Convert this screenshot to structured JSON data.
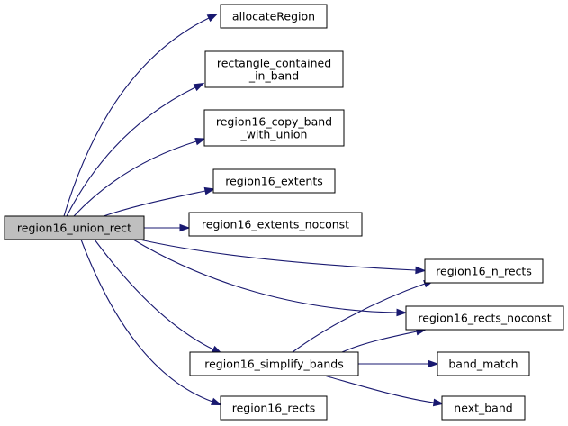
{
  "graph": {
    "edge_color": "#191970",
    "root_fill": "#bfbfbf",
    "node_fill": "#ffffff",
    "nodes": [
      {
        "id": "root",
        "lines": [
          "region16_union_rect"
        ],
        "root": true
      },
      {
        "id": "allocateRegion",
        "lines": [
          "allocateRegion"
        ]
      },
      {
        "id": "rectangle_contained",
        "lines": [
          "rectangle_contained",
          "_in_band"
        ]
      },
      {
        "id": "copy_band",
        "lines": [
          "region16_copy_band",
          "_with_union"
        ]
      },
      {
        "id": "extents",
        "lines": [
          "region16_extents"
        ]
      },
      {
        "id": "extents_noconst",
        "lines": [
          "region16_extents_noconst"
        ]
      },
      {
        "id": "n_rects",
        "lines": [
          "region16_n_rects"
        ]
      },
      {
        "id": "rects_noconst",
        "lines": [
          "region16_rects_noconst"
        ]
      },
      {
        "id": "simplify_bands",
        "lines": [
          "region16_simplify_bands"
        ]
      },
      {
        "id": "band_match",
        "lines": [
          "band_match"
        ]
      },
      {
        "id": "rects",
        "lines": [
          "region16_rects"
        ]
      },
      {
        "id": "next_band",
        "lines": [
          "next_band"
        ]
      }
    ],
    "edges": [
      {
        "from": "root",
        "to": "allocateRegion"
      },
      {
        "from": "root",
        "to": "rectangle_contained"
      },
      {
        "from": "root",
        "to": "copy_band"
      },
      {
        "from": "root",
        "to": "extents"
      },
      {
        "from": "root",
        "to": "extents_noconst"
      },
      {
        "from": "root",
        "to": "n_rects"
      },
      {
        "from": "root",
        "to": "rects_noconst"
      },
      {
        "from": "root",
        "to": "simplify_bands"
      },
      {
        "from": "root",
        "to": "rects"
      },
      {
        "from": "simplify_bands",
        "to": "n_rects"
      },
      {
        "from": "simplify_bands",
        "to": "rects_noconst"
      },
      {
        "from": "simplify_bands",
        "to": "band_match"
      },
      {
        "from": "simplify_bands",
        "to": "next_band"
      }
    ]
  }
}
